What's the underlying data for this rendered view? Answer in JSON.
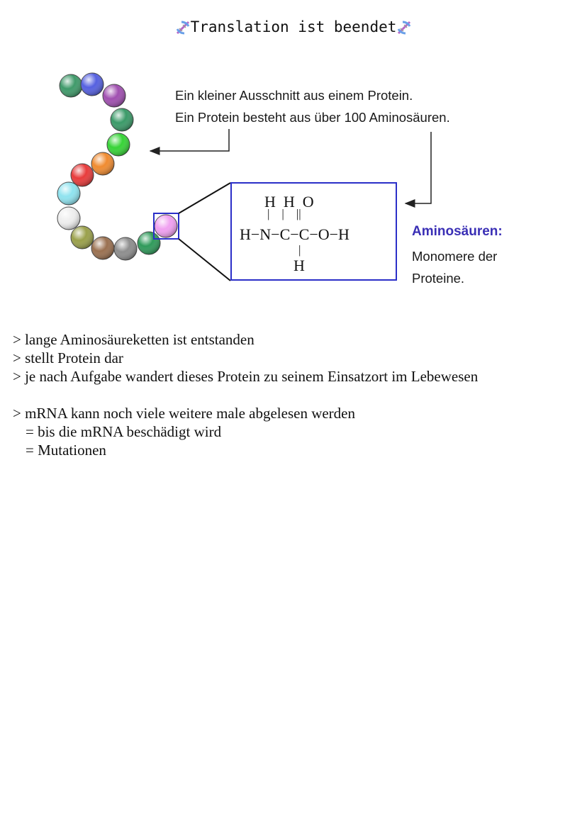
{
  "title": "Translation ist beendet",
  "figure": {
    "caption": [
      "Ein kleiner Ausschnitt aus einem Protein.",
      "Ein Protein besteht aus über 100 Aminosäuren."
    ],
    "formula": {
      "top_row": "H  H  O",
      "top_bonds": "|    |    ||",
      "main": "H−N−C−C−O−H",
      "bottom_bond": "|",
      "bottom_atom": "H"
    },
    "label_heading": "Aminosäuren:",
    "label_text": [
      "Monomere der",
      "Proteine."
    ],
    "bead_colors": [
      "#3f9a6a",
      "#5560e0",
      "#a04fb0",
      "#3a9a68",
      "#37d437",
      "#f08b30",
      "#e83b3b",
      "#8fe3ef",
      "#eeeeee",
      "#9aa04a",
      "#9a7050",
      "#8e8e8e",
      "#2f9a5a",
      "#f0a0f0"
    ]
  },
  "notes": {
    "group1": [
      "> lange Aminosäureketten ist entstanden",
      "> stellt Protein dar",
      "> je nach Aufgabe wandert dieses Protein zu seinem Einsatzort im Lebewesen"
    ],
    "group2": [
      "> mRNA kann noch viele weitere male abgelesen werden"
    ],
    "group2_sub": [
      "= bis die mRNA beschädigt wird",
      "= Mutationen"
    ]
  }
}
